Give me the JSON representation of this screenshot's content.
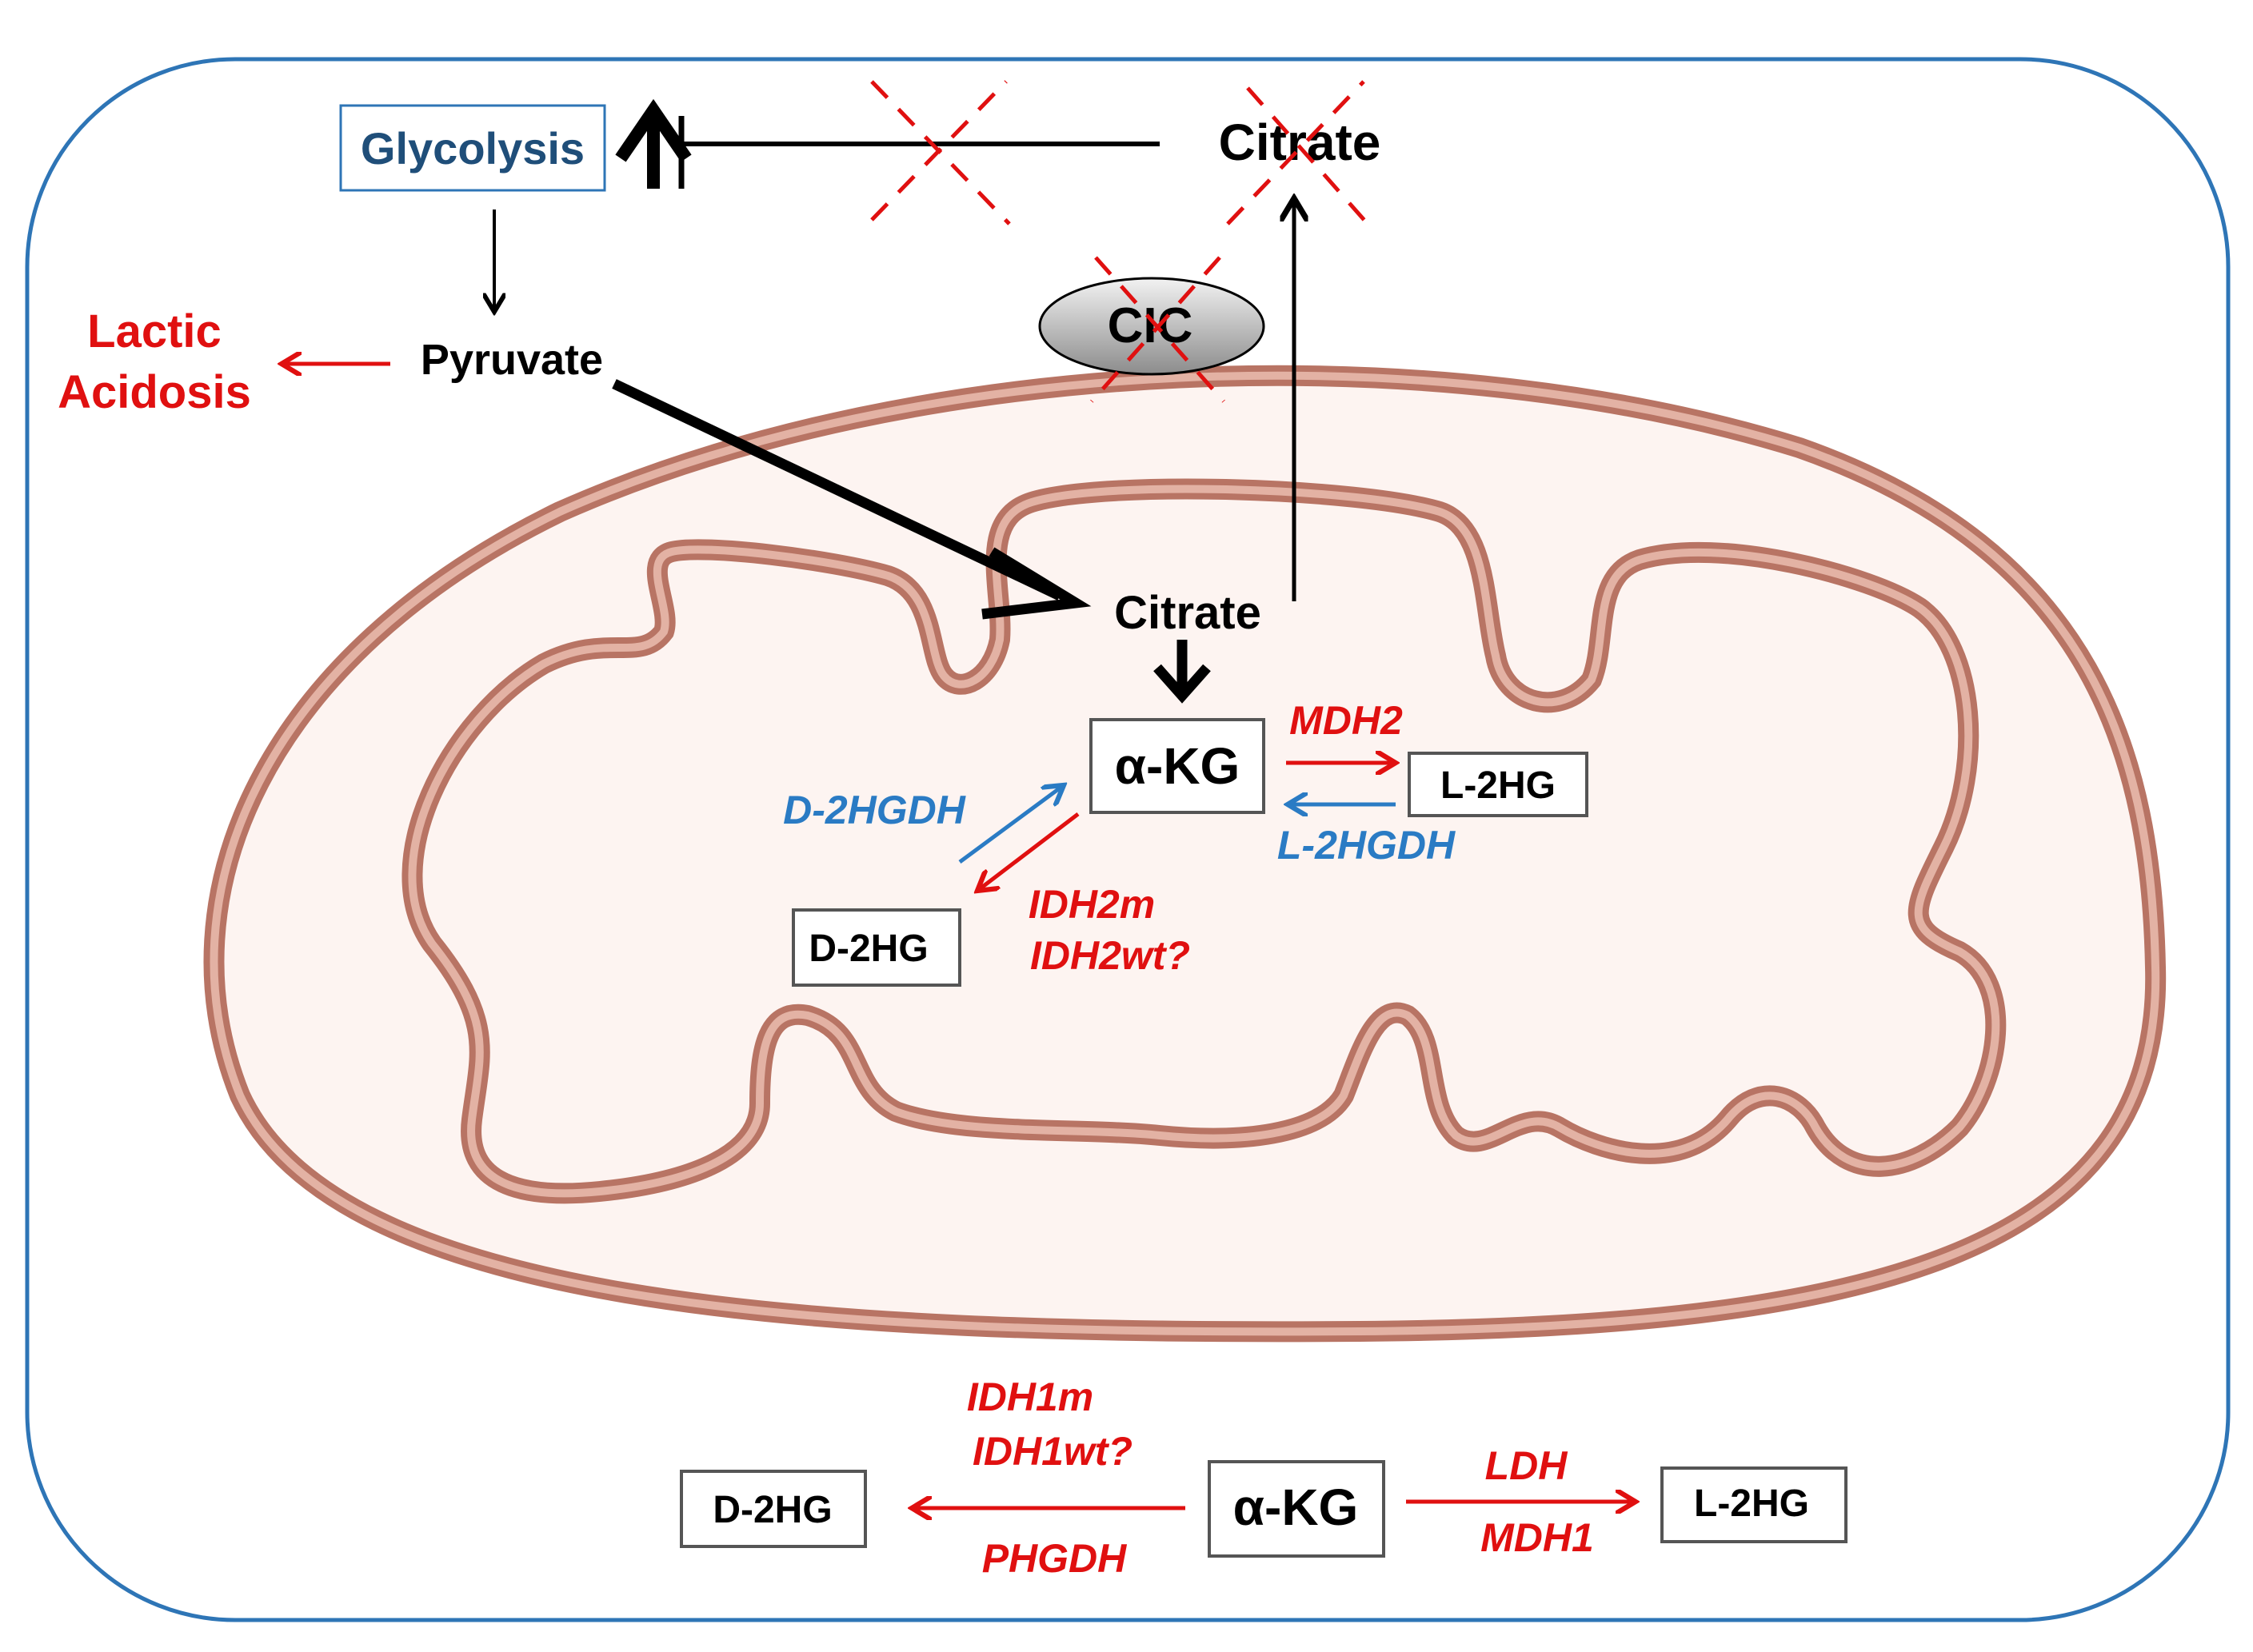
{
  "colors": {
    "cell_border": "#2e75b6",
    "membrane": "#b87464",
    "membrane_light": "#e3b2a4",
    "matrix": "#fdf4f1",
    "red": "#e01010",
    "blue": "#2a7bc4",
    "navy": "#1f4e79",
    "black": "#000000"
  },
  "nodes": {
    "glycolysis": "Glycolysis",
    "citrate_cytosol": "Citrate",
    "cic": "CIC",
    "pyruvate": "Pyruvate",
    "lactic_line1": "Lactic",
    "lactic_line2": "Acidosis",
    "citrate_mito": "Citrate",
    "akg_mito": "α-KG",
    "l2hg_mito": "L-2HG",
    "d2hg_mito": "D-2HG",
    "akg_cyto": "α-KG",
    "d2hg_cyto": "D-2HG",
    "l2hg_cyto": "L-2HG"
  },
  "enzymes": {
    "mdh2": "MDH2",
    "l2hgdh": "L-2HGDH",
    "d2hgdh": "D-2HGDH",
    "idh2m": "IDH2m",
    "idh2wt": "IDH2wt?",
    "idh1m": "IDH1m",
    "idh1wt": "IDH1wt?",
    "phgdh": "PHGDH",
    "ldh": "LDH",
    "mdh1": "MDH1"
  }
}
